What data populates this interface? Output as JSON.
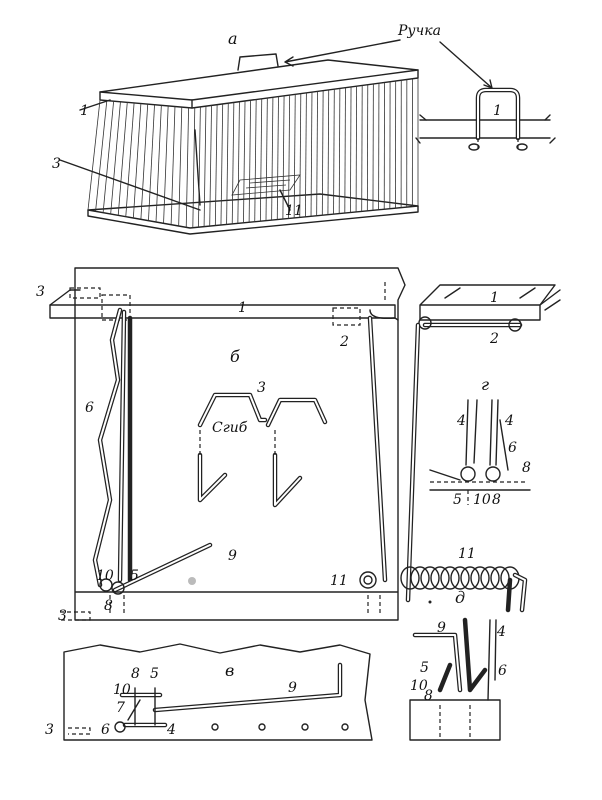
{
  "panel_a": {
    "letter": "а",
    "handle_label": "Ручка",
    "n1": "1",
    "n3": "3",
    "n11": "11",
    "inset_n1": "1"
  },
  "panel_b": {
    "letter": "б",
    "n1": "1",
    "n2": "2",
    "n3_top": "3",
    "n3_bottom": "3",
    "n3_hook": "3",
    "n6": "6",
    "n9": "9",
    "n10": "10",
    "n8": "8",
    "n5": "5",
    "n11": "11",
    "bend_label": "Сгиб"
  },
  "panel_top_right": {
    "n1": "1",
    "n2": "2"
  },
  "panel_g": {
    "letter": "г",
    "n4_left": "4",
    "n4_right": "4",
    "n6": "6",
    "n8_top": "8",
    "n5": "5",
    "n10": "10",
    "n8_bottom": "8"
  },
  "panel_d": {
    "letter": "д",
    "n11": "11"
  },
  "panel_v": {
    "letter": "в",
    "n8": "8",
    "n5": "5",
    "n10": "10",
    "n7": "7",
    "n6": "6",
    "n4": "4",
    "n9": "9",
    "n3": "3"
  },
  "panel_bottom_right": {
    "n9": "9",
    "n4": "4",
    "n5": "5",
    "n6": "6",
    "n10": "10",
    "n8": "8"
  }
}
